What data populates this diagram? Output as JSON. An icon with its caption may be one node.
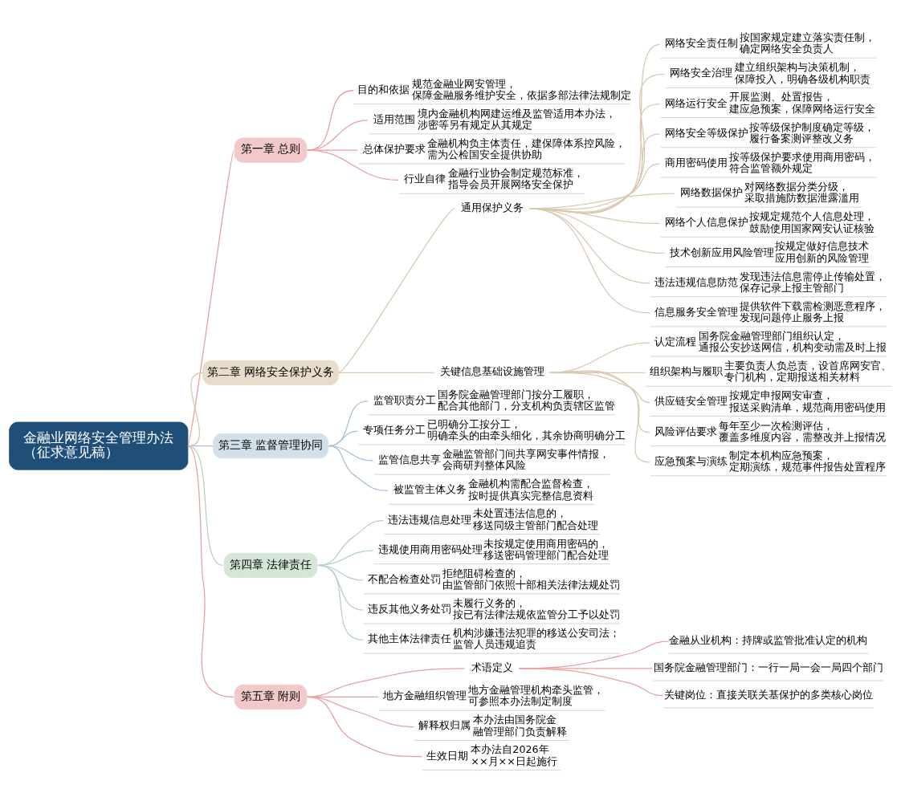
{
  "diagram": {
    "nodes": [
      {
        "text": [
          "金融业网络安全管理办法（征求意见稿）"
        ]
      },
      {
        "text": [
          "第一章 总则"
        ]
      },
      {
        "text": [
          "目的和依据",
          "规范金融业网安管理，保障金融服务维护安全，依据多部法律法规制定"
        ]
      },
      {
        "text": [
          "适用范围",
          "境内金融机构网建运维及监管适用本办法，涉密等另有规定从其规定"
        ]
      },
      {
        "text": [
          "总体保护要求",
          "金融机构负主体责任，建保障体系控风险，需为公检国安全提供协助"
        ]
      },
      {
        "text": [
          "行业自律",
          "金融行业协会制定规范标准，指导会员开展网络安全保护"
        ]
      },
      {
        "text": [
          "第二章 网络安全保护义务"
        ]
      },
      {
        "text": [
          "通用保护义务"
        ]
      },
      {
        "text": [
          "网络安全责任制",
          "按国家规定建立落实责任制，确定网络安全负责人"
        ]
      },
      {
        "text": [
          "网络安全治理",
          "建立组织架构与决策机制，保障投入，明确各级机构职责"
        ]
      },
      {
        "text": [
          "网络运行安全",
          "开展监测、处置报告，建应急预案，保障网络运行安全"
        ]
      },
      {
        "text": [
          "网络安全等级保护",
          "按等级保护制度确定等级，履行备案测评整改义务"
        ]
      },
      {
        "text": [
          "商用密码使用",
          "按等级保护要求使用商用密码，符合监管额外规定"
        ]
      },
      {
        "text": [
          "网络数据保护",
          "对网络数据分类分级，采取措施防数据泄露滥用"
        ]
      },
      {
        "text": [
          "网络个人信息保护",
          "按规定规范个人信息处理，鼓励使用国家网安认证核验"
        ]
      },
      {
        "text": [
          "技术创新应用风险管理",
          "按规定做好信息技术应用创新的风险管理"
        ]
      },
      {
        "text": [
          "违法违规信息防范",
          "发现违法信息需停止传输处置，保存记录上报主管部门"
        ]
      },
      {
        "text": [
          "信息服务安全管理",
          "提供软件下载需检测恶意程序，发现问题停止服务上报"
        ]
      },
      {
        "text": [
          "关键信息基础设施管理"
        ]
      },
      {
        "text": [
          "认定流程",
          "国务院金融管理部门组织认定，通报公安抄送网信，机构变动需及时上报"
        ]
      },
      {
        "text": [
          "组织架构与履职",
          "主要负责人负总责，设首席网安官、专门机构，定期报送相关材料"
        ]
      },
      {
        "text": [
          "供应链安全管理",
          "按规定申报网安审查，报送采购清单，规范商用密码使用"
        ]
      },
      {
        "text": [
          "风险评估要求",
          "每年至少一次检测评估，覆盖多维度内容，需整改并上报情况"
        ]
      },
      {
        "text": [
          "应急预案与演练",
          "制定本机构应急预案，定期演练，规范事件报告处置程序"
        ]
      },
      {
        "text": [
          "第三章 监督管理协同"
        ]
      },
      {
        "text": [
          "监管职责分工",
          "国务院金融管理部门按分工履职，配合其他部门，分支机构负责辖区监管"
        ]
      },
      {
        "text": [
          "专项任务分工",
          "已明确分工按分工，明确牵头的由牵头细化，其余协商明确分工"
        ]
      },
      {
        "text": [
          "监管信息共享",
          "金融监管部门间共享网安事件情报，会商研判整体风险"
        ]
      },
      {
        "text": [
          "被监管主体义务",
          "金融机构需配合监督检查，按时提供真实完整信息资料"
        ]
      },
      {
        "text": [
          "第四章 法律责任"
        ]
      },
      {
        "text": [
          "违法违规信息处理",
          "未处置违法信息的，移送同级主管部门配合处理"
        ]
      },
      {
        "text": [
          "违规使用商用密码处理",
          "未按规定使用商用密码的，移送密码管理部门配合处理"
        ]
      },
      {
        "text": [
          "不配合检查处罚",
          "拒绝阻碍检查的，由监管部门依照十部相关法律法规处罚"
        ]
      },
      {
        "text": [
          "违反其他义务处罚",
          "未履行义务的，按已有法律法规依监管分工予以处罚"
        ]
      },
      {
        "text": [
          "其他主体法律责任",
          "机构涉嫌违法犯罪的移送公安司法；监管人员违规追责"
        ]
      },
      {
        "text": [
          "第五章 附则"
        ]
      },
      {
        "text": [
          "术语定义"
        ]
      },
      {
        "text": [
          "金融从业机构：持牌或监管批准认定的机构"
        ]
      },
      {
        "text": [
          "国务院金融管理部门：一行一局一会一局四个部门"
        ]
      },
      {
        "text": [
          "关键岗位：直接关联关基保护的多类核心岗位"
        ]
      },
      {
        "text": [
          "地方金融组织管理",
          "地方金融管理机构牵头监管，可参照本办法制定制度"
        ]
      },
      {
        "text": [
          "解释权归属",
          "本办法由国务院金融管理部门负责解释"
        ]
      },
      {
        "text": [
          "生效日期",
          "本办法自2026年××月××日起施行"
        ]
      }
    ],
    "edges": [
      {
        "from": 0,
        "to": 1,
        "arrow": "none",
        "color": "#e8a0a0"
      },
      {
        "from": 1,
        "to": 2,
        "arrow": "none",
        "color": "#e8a0a0"
      },
      {
        "from": 1,
        "to": 3,
        "arrow": "none",
        "color": "#e8a0a0"
      },
      {
        "from": 1,
        "to": 4,
        "arrow": "none",
        "color": "#e8a0a0"
      },
      {
        "from": 1,
        "to": 5,
        "arrow": "none",
        "color": "#e8a0a0"
      },
      {
        "from": 0,
        "to": 6,
        "arrow": "none",
        "color": "#d9c8b0"
      },
      {
        "from": 6,
        "to": 7,
        "arrow": "none",
        "color": "#d9c8b0"
      },
      {
        "from": 7,
        "to": 8,
        "arrow": "none",
        "color": "#d9c8b0"
      },
      {
        "from": 7,
        "to": 9,
        "arrow": "none",
        "color": "#d9c8b0"
      },
      {
        "from": 7,
        "to": 10,
        "arrow": "none",
        "color": "#d9c8b0"
      },
      {
        "from": 7,
        "to": 11,
        "arrow": "none",
        "color": "#d9c8b0"
      },
      {
        "from": 7,
        "to": 12,
        "arrow": "none",
        "color": "#d9c8b0"
      },
      {
        "from": 7,
        "to": 13,
        "arrow": "none",
        "color": "#d9c8b0"
      },
      {
        "from": 7,
        "to": 14,
        "arrow": "none",
        "color": "#d9c8b0"
      },
      {
        "from": 7,
        "to": 15,
        "arrow": "none",
        "color": "#d9c8b0"
      },
      {
        "from": 7,
        "to": 16,
        "arrow": "none",
        "color": "#d9c8b0"
      },
      {
        "from": 7,
        "to": 17,
        "arrow": "none",
        "color": "#d9c8b0"
      },
      {
        "from": 6,
        "to": 18,
        "arrow": "none",
        "color": "#d9c8b0"
      },
      {
        "from": 18,
        "to": 19,
        "arrow": "none",
        "color": "#d9c8b0"
      },
      {
        "from": 18,
        "to": 20,
        "arrow": "none",
        "color": "#d9c8b0"
      },
      {
        "from": 18,
        "to": 21,
        "arrow": "none",
        "color": "#d9c8b0"
      },
      {
        "from": 18,
        "to": 22,
        "arrow": "none",
        "color": "#d9c8b0"
      },
      {
        "from": 18,
        "to": 23,
        "arrow": "none",
        "color": "#d9c8b0"
      },
      {
        "from": 0,
        "to": 24,
        "arrow": "none",
        "color": "#a9c2d6"
      },
      {
        "from": 24,
        "to": 25,
        "arrow": "none",
        "color": "#a9c2d6"
      },
      {
        "from": 24,
        "to": 26,
        "arrow": "none",
        "color": "#a9c2d6"
      },
      {
        "from": 24,
        "to": 27,
        "arrow": "none",
        "color": "#a9c2d6"
      },
      {
        "from": 24,
        "to": 28,
        "arrow": "none",
        "color": "#a9c2d6"
      },
      {
        "from": 0,
        "to": 29,
        "arrow": "none",
        "color": "#b5d3bc"
      },
      {
        "from": 29,
        "to": 30,
        "arrow": "none",
        "color": "#b5d3bc"
      },
      {
        "from": 29,
        "to": 31,
        "arrow": "none",
        "color": "#b5d3bc"
      },
      {
        "from": 29,
        "to": 32,
        "arrow": "none",
        "color": "#b5d3bc"
      },
      {
        "from": 29,
        "to": 33,
        "arrow": "none",
        "color": "#b5d3bc"
      },
      {
        "from": 29,
        "to": 34,
        "arrow": "none",
        "color": "#b5d3bc"
      },
      {
        "from": 0,
        "to": 35,
        "arrow": "none",
        "color": "#e8a0a0"
      },
      {
        "from": 35,
        "to": 36,
        "arrow": "none",
        "color": "#e8a0a0"
      },
      {
        "from": 36,
        "to": 37,
        "arrow": "none",
        "color": "#e8a0a0"
      },
      {
        "from": 36,
        "to": 38,
        "arrow": "none",
        "color": "#e8a0a0"
      },
      {
        "from": 36,
        "to": 39,
        "arrow": "none",
        "color": "#e8a0a0"
      },
      {
        "from": 35,
        "to": 40,
        "arrow": "none",
        "color": "#e8a0a0"
      },
      {
        "from": 35,
        "to": 41,
        "arrow": "none",
        "color": "#e8a0a0"
      },
      {
        "from": 35,
        "to": 42,
        "arrow": "none",
        "color": "#e8a0a0"
      }
    ]
  }
}
